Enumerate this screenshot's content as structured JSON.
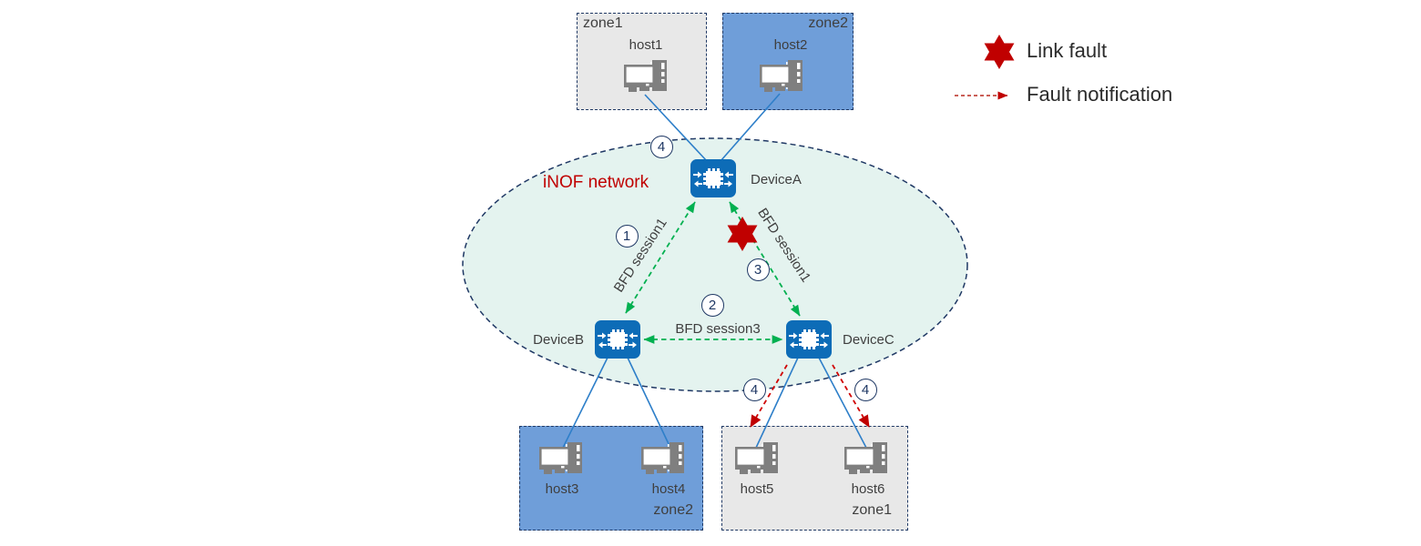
{
  "network": {
    "label": "iNOF network"
  },
  "devices": {
    "a": "DeviceA",
    "b": "DeviceB",
    "c": "DeviceC"
  },
  "hosts": {
    "h1": "host1",
    "h2": "host2",
    "h3": "host3",
    "h4": "host4",
    "h5": "host5",
    "h6": "host6"
  },
  "zones": {
    "top_left": "zone1",
    "top_right": "zone2",
    "bottom_left": "zone2",
    "bottom_right": "zone1"
  },
  "sessions": {
    "ab": "BFD session1",
    "ac": "BFD session1",
    "bc": "BFD session3"
  },
  "steps": {
    "one": "1",
    "two": "2",
    "three": "3",
    "four": "4"
  },
  "legend": {
    "link_fault_label": "Link fault",
    "fault_notification_label": "Fault notification"
  },
  "colors": {
    "network_fill": "#e4f3ef",
    "outline_navy": "#1f3864",
    "zone_blue": "#6f9ed9",
    "zone_gray": "#e8e8e8",
    "device_blue": "#0d6cb7",
    "link_blue": "#2e7fc9",
    "bfd_green": "#00b050",
    "fault_red": "#c00000",
    "inof_text_red": "#c00000",
    "text_dark": "#3f3f3f"
  }
}
